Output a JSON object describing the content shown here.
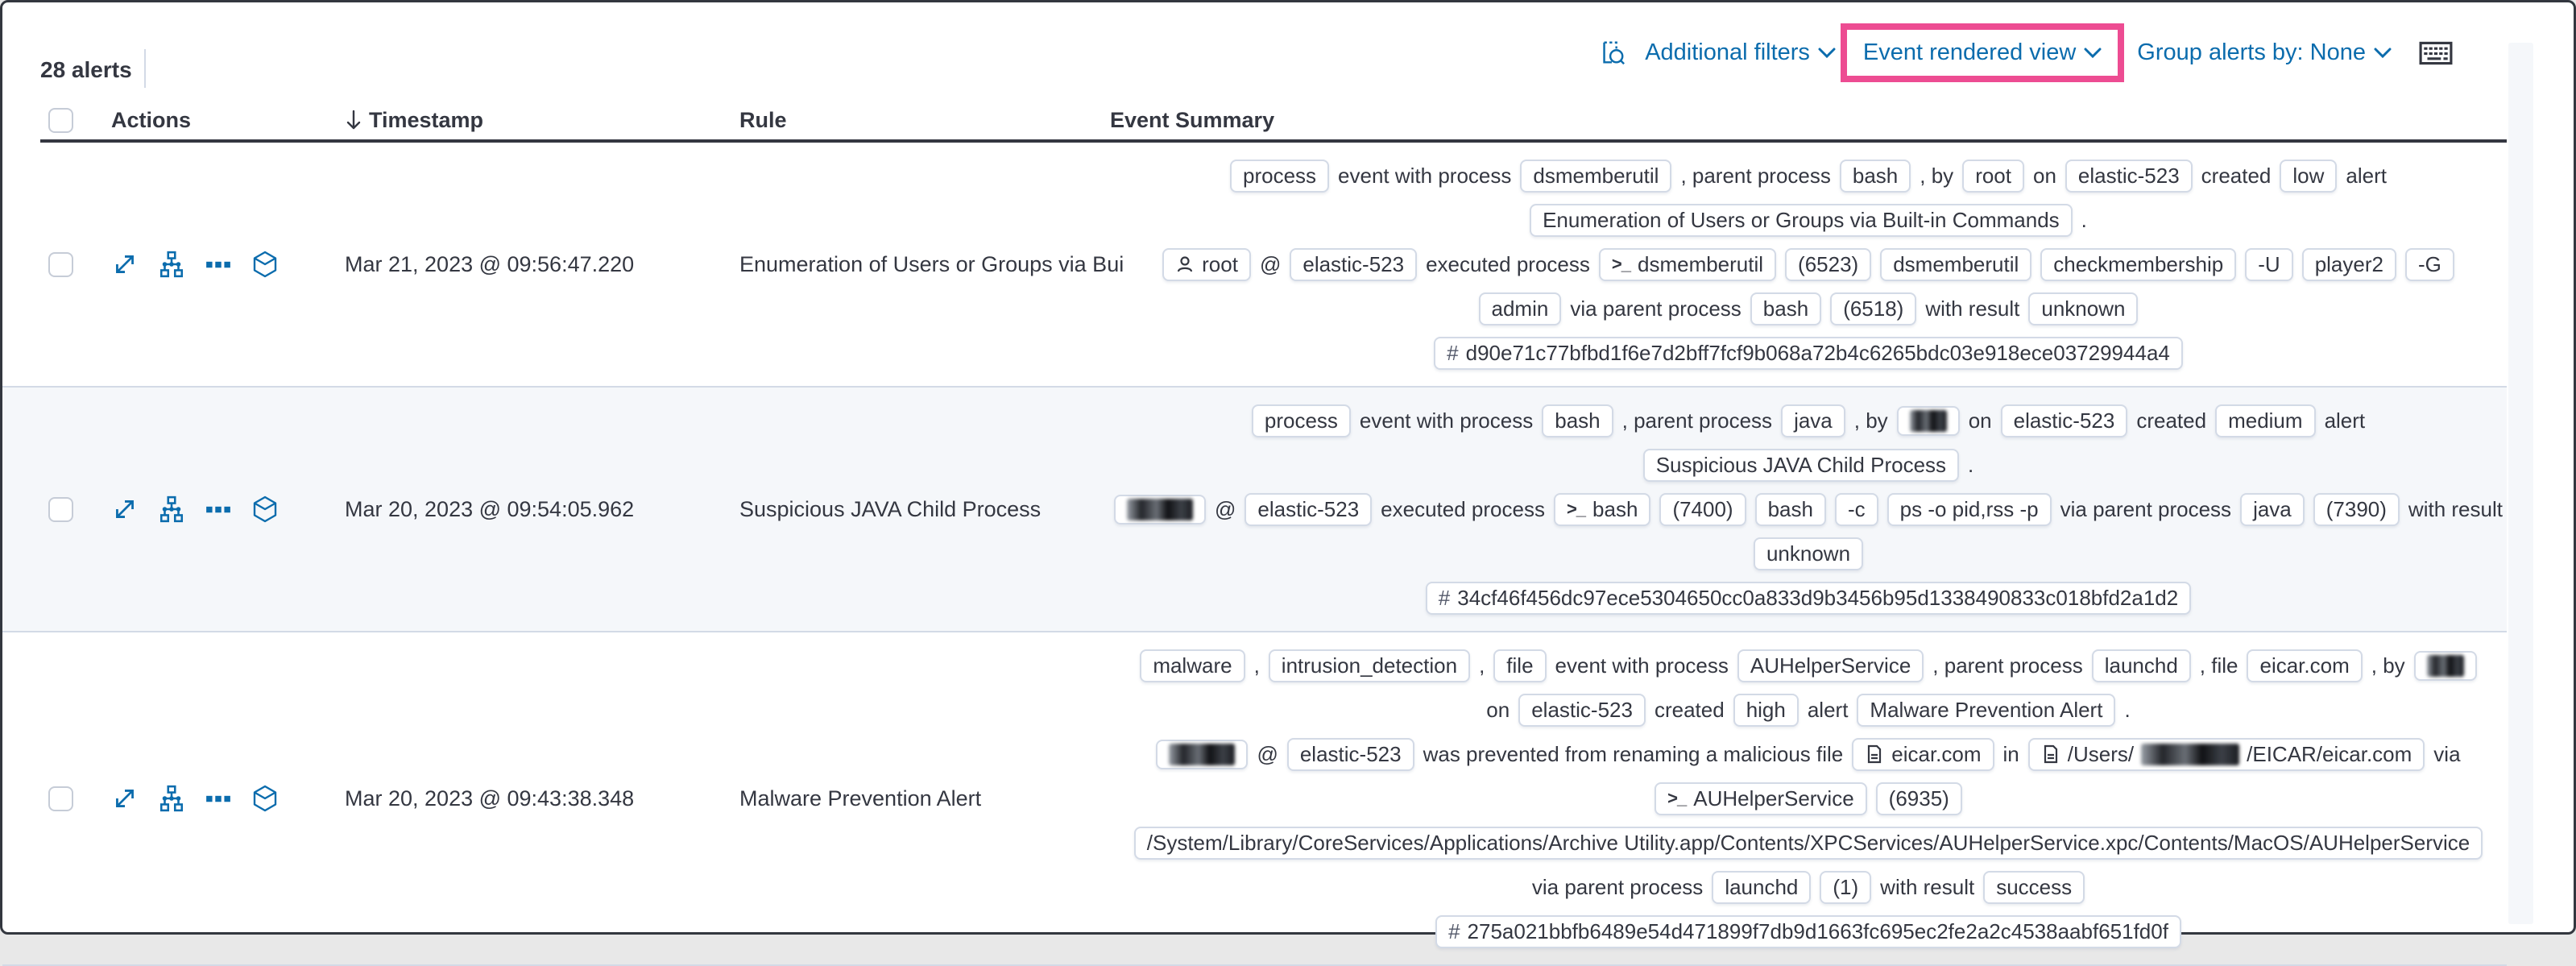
{
  "colors": {
    "accent_pink": "#ED4C92",
    "link_blue": "#0B6CAD",
    "text": "#343741",
    "border": "#D3DAE6",
    "row_stripe": "#F5F7FA"
  },
  "toolbar": {
    "alert_count": "28 alerts",
    "inspect_icon": "inspect-icon",
    "additional_filters_label": "Additional filters",
    "view_selector_label": "Event rendered view",
    "group_alerts_label": "Group alerts by: None",
    "keyboard_icon": "keyboard-shortcuts-icon"
  },
  "table": {
    "columns": {
      "actions": "Actions",
      "timestamp": "Timestamp",
      "rule": "Rule",
      "event_summary": "Event Summary"
    },
    "sort": {
      "column": "Timestamp",
      "direction": "descending",
      "icon": "arrow-down-icon"
    },
    "action_icons": [
      "expand-icon",
      "analyze-event-icon",
      "more-actions-icon",
      "session-view-icon"
    ],
    "rows": [
      {
        "timestamp": "Mar 21, 2023 @ 09:56:47.220",
        "rule": "Enumeration of Users or Groups via Bui",
        "lines": [
          [
            {
              "b": "process"
            },
            {
              "t": "event with process"
            },
            {
              "b": "dsmemberutil"
            },
            {
              "t": ", parent process"
            },
            {
              "b": "bash"
            },
            {
              "t": ", by"
            },
            {
              "b": "root"
            },
            {
              "t": "on"
            },
            {
              "b": "elastic-523"
            },
            {
              "t": "created"
            },
            {
              "b": "low"
            },
            {
              "t": "alert"
            }
          ],
          [
            {
              "b": "Enumeration of Users or Groups via Built-in Commands"
            },
            {
              "t": "."
            }
          ],
          [
            {
              "b": "root",
              "icon": "user"
            },
            {
              "t": "@"
            },
            {
              "b": "elastic-523"
            },
            {
              "t": "executed process"
            },
            {
              "b": "dsmemberutil",
              "icon": "terminal"
            },
            {
              "b": "(6523)"
            },
            {
              "b": "dsmemberutil"
            },
            {
              "b": "checkmembership"
            },
            {
              "b": "-U"
            },
            {
              "b": "player2"
            },
            {
              "b": "-G"
            }
          ],
          [
            {
              "b": "admin"
            },
            {
              "t": "via parent process"
            },
            {
              "b": "bash"
            },
            {
              "b": "(6518)"
            },
            {
              "t": "with result"
            },
            {
              "b": "unknown"
            }
          ],
          [
            {
              "b": "d90e71c77bfbd1f6e7d2bff7fcf9b068a72b4c6265bdc03e918ece03729944a4",
              "icon": "hash"
            }
          ]
        ]
      },
      {
        "timestamp": "Mar 20, 2023 @ 09:54:05.962",
        "rule": "Suspicious JAVA Child Process",
        "striped": true,
        "lines": [
          [
            {
              "b": "process"
            },
            {
              "t": "event with process"
            },
            {
              "b": "bash"
            },
            {
              "t": ", parent process"
            },
            {
              "b": "java"
            },
            {
              "t": ", by"
            },
            {
              "parts": [
                {
                  "r": 46
                }
              ]
            },
            {
              "t": "on"
            },
            {
              "b": "elastic-523"
            },
            {
              "t": "created"
            },
            {
              "b": "medium"
            },
            {
              "t": "alert"
            }
          ],
          [
            {
              "b": "Suspicious JAVA Child Process"
            },
            {
              "t": "."
            }
          ],
          [
            {
              "parts": [
                {
                  "r": 82
                }
              ]
            },
            {
              "t": "@"
            },
            {
              "b": "elastic-523"
            },
            {
              "t": "executed process"
            },
            {
              "b": "bash",
              "icon": "terminal"
            },
            {
              "b": "(7400)"
            },
            {
              "b": "bash"
            },
            {
              "b": "-c"
            },
            {
              "b": "ps -o pid,rss -p"
            },
            {
              "t": "via parent process"
            },
            {
              "b": "java"
            },
            {
              "b": "(7390)"
            },
            {
              "t": "with result"
            }
          ],
          [
            {
              "b": "unknown"
            }
          ],
          [
            {
              "b": "34cf46f456dc97ece5304650cc0a833d9b3456b95d1338490833c018bfd2a1d2",
              "icon": "hash"
            }
          ]
        ]
      },
      {
        "timestamp": "Mar 20, 2023 @ 09:43:38.348",
        "rule": "Malware Prevention Alert",
        "lines": [
          [
            {
              "b": "malware"
            },
            {
              "t": ","
            },
            {
              "b": "intrusion_detection"
            },
            {
              "t": ","
            },
            {
              "b": "file"
            },
            {
              "t": "event with process"
            },
            {
              "b": "AUHelperService"
            },
            {
              "t": ", parent process"
            },
            {
              "b": "launchd"
            },
            {
              "t": ", file"
            },
            {
              "b": "eicar.com"
            },
            {
              "t": ", by"
            },
            {
              "parts": [
                {
                  "r": 46
                }
              ]
            }
          ],
          [
            {
              "t": "on"
            },
            {
              "b": "elastic-523"
            },
            {
              "t": "created"
            },
            {
              "b": "high"
            },
            {
              "t": "alert"
            },
            {
              "b": "Malware Prevention Alert"
            },
            {
              "t": "."
            }
          ],
          [
            {
              "parts": [
                {
                  "r": 82
                }
              ]
            },
            {
              "t": "@"
            },
            {
              "b": "elastic-523"
            },
            {
              "t": "was prevented from renaming a malicious file"
            },
            {
              "b": "eicar.com",
              "icon": "file"
            },
            {
              "t": "in"
            },
            {
              "icon": "file",
              "parts": [
                {
                  "t": "/Users/"
                },
                {
                  "r": 122
                },
                {
                  "t": "/EICAR/eicar.com"
                }
              ]
            },
            {
              "t": "via"
            }
          ],
          [
            {
              "b": "AUHelperService",
              "icon": "terminal"
            },
            {
              "b": "(6935)"
            }
          ],
          [
            {
              "b": "/System/Library/CoreServices/Applications/Archive Utility.app/Contents/XPCServices/AUHelperService.xpc/Contents/MacOS/AUHelperService"
            }
          ],
          [
            {
              "t": "via parent process"
            },
            {
              "b": "launchd"
            },
            {
              "b": "(1)"
            },
            {
              "t": "with result"
            },
            {
              "b": "success"
            }
          ],
          [
            {
              "b": "275a021bbfb6489e54d471899f7db9d1663fc695ec2fe2a2c4538aabf651fd0f",
              "icon": "hash"
            }
          ]
        ]
      }
    ]
  }
}
